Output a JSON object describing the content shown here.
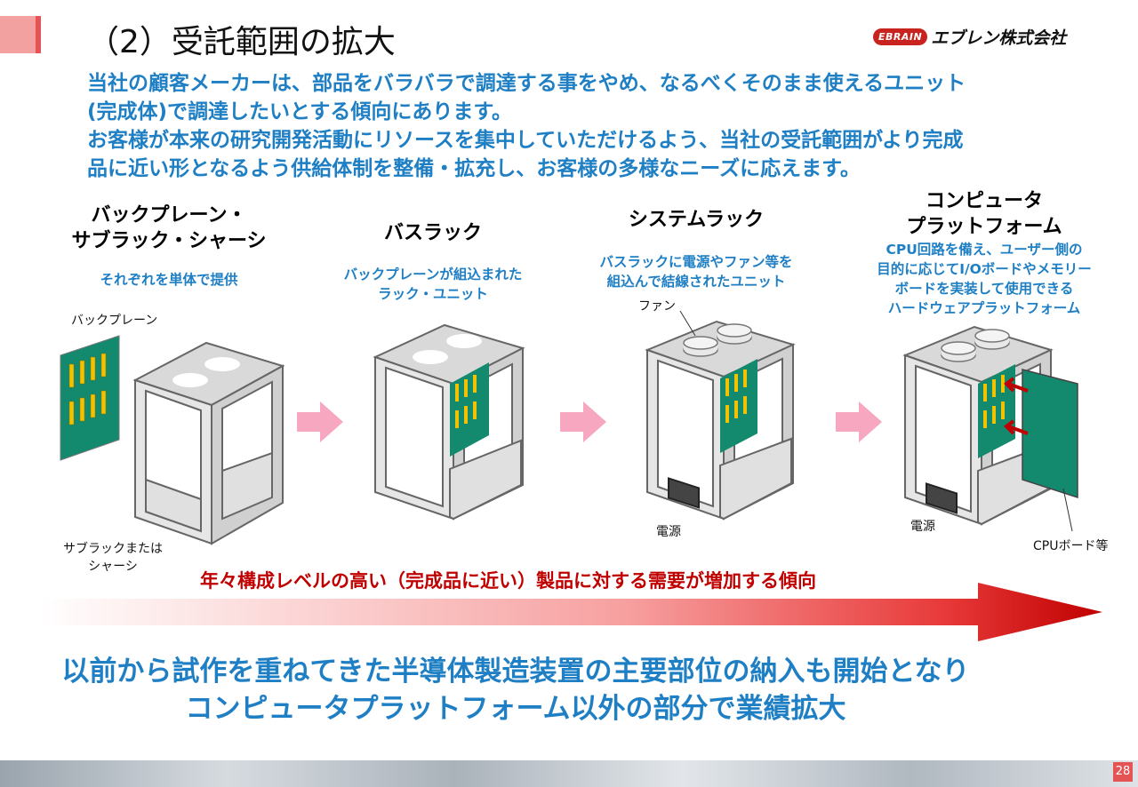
{
  "title": "（2）受託範囲の拡大",
  "logo": {
    "badge": "EBRAIN",
    "company": "エブレン株式会社"
  },
  "intro": [
    "当社の顧客メーカーは、部品をバラバラで調達する事をやめ、なるべくそのまま使えるユニット",
    "(完成体)で調達したいとする傾向にあります。",
    "お客様が本来の研究開発活動にリソースを集中していただけるよう、当社の受託範囲がより完成",
    "品に近い形となるよう供給体制を整備・拡充し、お客様の多様なニーズに応えます。"
  ],
  "stages": [
    {
      "heading": [
        "バックプレーン・",
        "サブラック・シャーシ"
      ],
      "desc": [
        "それぞれを単体で提供"
      ]
    },
    {
      "heading": [
        "バスラック"
      ],
      "desc": [
        "バックプレーンが組込まれた",
        "ラック・ユニット"
      ]
    },
    {
      "heading": [
        "システムラック"
      ],
      "desc": [
        "バスラックに電源やファン等を",
        "組込んで結線されたユニット"
      ]
    },
    {
      "heading": [
        "コンピュータ",
        "プラットフォーム"
      ],
      "desc": [
        "CPU回路を備え、ユーザー側の",
        "目的に応じてI/Oボードやメモリー",
        "ボードを実装して使用できる",
        "ハードウェアプラットフォーム"
      ]
    }
  ],
  "labels": {
    "backplane": "バックプレーン",
    "subrack": [
      "サブラックまたは",
      "シャーシ"
    ],
    "fan": "ファン",
    "power1": "電源",
    "power2": "電源",
    "cpu_board": "CPUボード等"
  },
  "trend": "年々構成レベルの高い（完成品に近い）製品に対する需要が増加する傾向",
  "conclusion": [
    "以前から試作を重ねてきた半導体製造装置の主要部位の納入も開始となり",
    "コンピュータプラットフォーム以外の部分で業績拡大"
  ],
  "page_number": "28",
  "colors": {
    "accent_blue": "#1f7fc4",
    "accent_red": "#c00000",
    "board_green": "#138a6e",
    "connector_yellow": "#f2c200",
    "arrow_pink": "#f7a7bf"
  }
}
